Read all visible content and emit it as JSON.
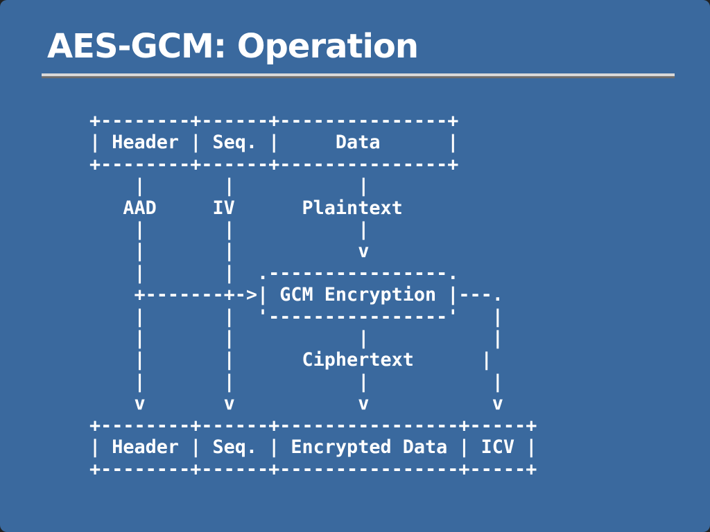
{
  "slide": {
    "title": "AES-GCM: Operation",
    "background_color": "#3a699e",
    "text_color": "#ffffff",
    "rule_color_light": "#d8d8d8",
    "rule_color_dark": "#6e6e6e"
  },
  "diagram": {
    "ascii_lines": [
      "+--------+------+---------------+",
      "| Header | Seq. |     Data      |",
      "+--------+------+---------------+",
      "    |       |           |",
      "   AAD     IV      Plaintext",
      "    |       |           |",
      "    |       |           v",
      "    |       |  .----------------.",
      "    +-------+->| GCM Encryption |---.",
      "    |       |  '----------------'   |",
      "    |       |           |           |",
      "    |       |      Ciphertext      |",
      "    |       |           |           |",
      "    v       v           v           v",
      "+--------+------+----------------+-----+",
      "| Header | Seq. | Encrypted Data | ICV |",
      "+--------+------+----------------+-----+"
    ],
    "semantics": {
      "input_packet_fields": [
        "Header",
        "Seq.",
        "Data"
      ],
      "inputs": [
        "AAD",
        "IV",
        "Plaintext"
      ],
      "process": "GCM Encryption",
      "process_output": "Ciphertext",
      "output_packet_fields": [
        "Header",
        "Seq.",
        "Encrypted Data",
        "ICV"
      ]
    }
  }
}
